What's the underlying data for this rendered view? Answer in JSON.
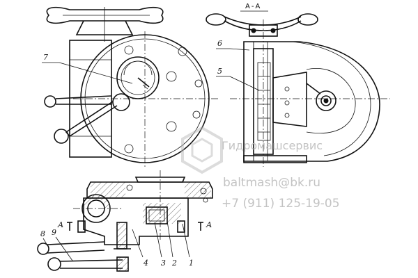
{
  "drawing": {
    "section_title": "А-А",
    "callouts": [
      "1",
      "2",
      "3",
      "4",
      "5",
      "6",
      "7",
      "8",
      "9"
    ],
    "section_marks": [
      "А",
      "А"
    ]
  },
  "watermark": {
    "brand": "Гидромашсервис",
    "email": "baltmash@bk.ru",
    "phone": "+7 (911) 125-19-05"
  }
}
